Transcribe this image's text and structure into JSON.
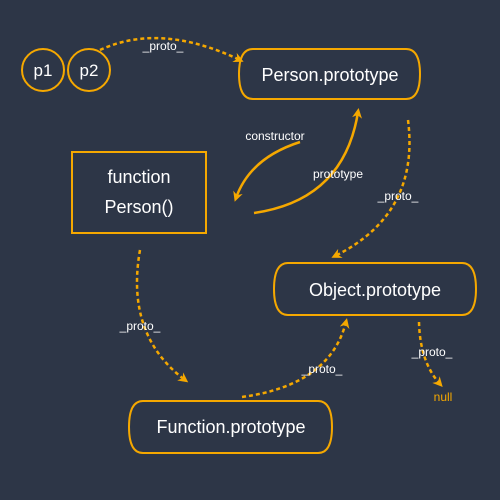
{
  "colors": {
    "background": "#2d3647",
    "accent": "#f5a800",
    "text": "#ffffff"
  },
  "nodes": {
    "p1": "p1",
    "p2": "p2",
    "person_prototype": "Person.prototype",
    "function_person_line1": "function",
    "function_person_line2": "Person()",
    "object_prototype": "Object.prototype",
    "function_prototype": "Function.prototype",
    "null": "null"
  },
  "edges": {
    "p2_to_person_prototype": "_proto_",
    "constructor": "constructor",
    "prototype": "prototype",
    "person_prototype_to_object_prototype": "_proto_",
    "function_person_to_function_prototype": "_proto_",
    "function_prototype_to_object_prototype": "_proto_",
    "object_prototype_to_null": "_proto_"
  }
}
